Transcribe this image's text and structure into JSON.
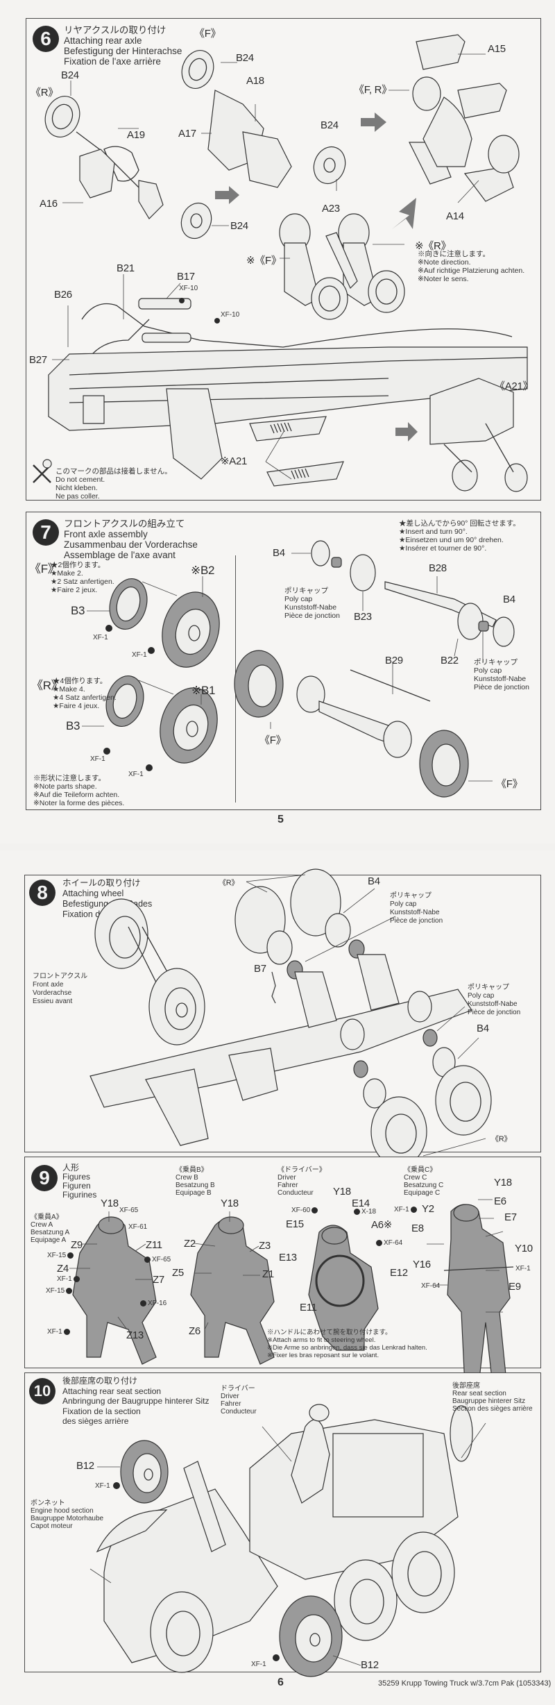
{
  "document": {
    "product": "35259  Krupp Towing Truck w/3.7cm Pak (1053343)",
    "pages": [
      "5",
      "6"
    ]
  },
  "step6": {
    "number": "6",
    "title": [
      "リヤアクスルの取り付け",
      "Attaching rear axle",
      "Befestigung der Hinterachse",
      "Fixation de l'axe arrière"
    ],
    "labels": {
      "r": "《R》",
      "f": "《F》",
      "fr": "《F, R》",
      "f_note": "※《F》",
      "r_note": "※《R》",
      "a21_view": "《A21》",
      "b24": "B24",
      "a18": "A18",
      "a17": "A17",
      "a19": "A19",
      "a16": "A16",
      "a15": "A15",
      "a14": "A14",
      "a23": "A23",
      "b21": "B21",
      "b17": "B17",
      "b26": "B26",
      "b27": "B27",
      "a21": "※A21",
      "xf10": "XF-10"
    },
    "direction_note": [
      "※向きに注意します。",
      "※Note direction.",
      "※Auf richtige Platzierung achten.",
      "※Noter le sens."
    ],
    "no_cement_note": [
      "このマークの部品は接着しません。",
      "Do not cement.",
      "Nicht kleben.",
      "Ne pas coller."
    ]
  },
  "step7": {
    "number": "7",
    "title": [
      "フロントアクスルの組み立て",
      "Front axle assembly",
      "Zusammenbau der Vorderachse",
      "Assemblage de l'axe avant"
    ],
    "front": {
      "tag": "《F》",
      "make": [
        "★2個作ります。",
        "★Make 2.",
        "★2 Satz anfertigen.",
        "★Faire 2 jeux."
      ],
      "wheel": "※B2",
      "tire": "B3"
    },
    "rear": {
      "tag": "《R》",
      "make": [
        "★4個作ります。",
        "★Make 4.",
        "★4 Satz anfertigen.",
        "★Faire 4 jeux."
      ],
      "wheel": "※B1",
      "tire": "B3"
    },
    "paint": "XF-1",
    "shape_note": [
      "※形状に注意します。",
      "※Note parts shape.",
      "※Auf die Teileform achten.",
      "※Noter la forme des pièces."
    ],
    "insert_note": [
      "★差し込んでから90° 回転させます。",
      "★Insert and turn 90°.",
      "★Einsetzen und um 90° drehen.",
      "★Insérer et tourner de 90°."
    ],
    "polycap": [
      "ポリキャップ",
      "Poly cap",
      "Kunststoff-Nabe",
      "Pièce de jonction"
    ],
    "labels": {
      "b4": "B4",
      "b23": "B23",
      "b28": "B28",
      "b22": "B22",
      "b29": "B29",
      "f": "《F》"
    }
  },
  "step8": {
    "number": "8",
    "title": [
      "ホイールの取り付け",
      "Attaching wheel",
      "Befestigung des Rades",
      "Fixation des roues"
    ],
    "front_axle": [
      "フロントアクスル",
      "Front axle",
      "Vorderachse",
      "Essieu avant"
    ],
    "polycap": [
      "ポリキャップ",
      "Poly cap",
      "Kunststoff-Nabe",
      "Pièce de jonction"
    ],
    "labels": {
      "r": "《R》",
      "b4": "B4",
      "b7": "B7"
    }
  },
  "step9": {
    "number": "9",
    "title": [
      "人形",
      "Figures",
      "Figuren",
      "Figurines"
    ],
    "crew_a": {
      "header": [
        "《乗員A》",
        "Crew A",
        "Besatzung A",
        "Equipage A"
      ],
      "parts": [
        "Y18",
        "Z9",
        "Z11",
        "Z4",
        "Z7",
        "Z13"
      ],
      "paints": [
        "XF-65",
        "XF-61",
        "XF-15",
        "XF-65",
        "XF-1",
        "XF-15",
        "XF-16",
        "XF-1"
      ]
    },
    "crew_b": {
      "header": [
        "《乗員B》",
        "Crew B",
        "Besatzung B",
        "Equipage B"
      ],
      "parts": [
        "Y18",
        "Z2",
        "Z3",
        "Z5",
        "Z1",
        "Z6"
      ]
    },
    "driver": {
      "header": [
        "《ドライバー》",
        "Driver",
        "Fahrer",
        "Conducteur"
      ],
      "parts": [
        "Y18",
        "E14",
        "E15",
        "A6※",
        "E13",
        "E12",
        "E11"
      ],
      "paints": [
        "XF-60",
        "X-18",
        "XF-64"
      ],
      "note": [
        "※ハンドルにあわせて腕を取り付けます。",
        "※Attach arms to fit to steering wheel.",
        "※Die Arme so anbringen, dass sie das Lenkrad halten.",
        "※Fixer les bras reposant sur le volant."
      ]
    },
    "crew_c": {
      "header": [
        "《乗員C》",
        "Crew C",
        "Besatzung C",
        "Equipage C"
      ],
      "parts": [
        "Y18",
        "E6",
        "Y2",
        "E7",
        "E8",
        "Y10",
        "Y16",
        "E9"
      ],
      "paints": [
        "XF-1",
        "XF-1",
        "XF-64"
      ]
    }
  },
  "step10": {
    "number": "10",
    "title": [
      "後部座席の取り付け",
      "Attaching rear seat section",
      "Anbringung der Baugruppe hinterer Sitz",
      "Fixation de la section",
      "des sièges arrière"
    ],
    "driver": [
      "ドライバー",
      "Driver",
      "Fahrer",
      "Conducteur"
    ],
    "rear_seat": [
      "後部座席",
      "Rear seat section",
      "Baugruppe hinterer Sitz",
      "Section des sièges arrière"
    ],
    "hood": [
      "ボンネット",
      "Engine hood section",
      "Baugruppe Motorhaube",
      "Capot moteur"
    ],
    "labels": {
      "b12": "B12",
      "xf1": "XF-1"
    }
  }
}
